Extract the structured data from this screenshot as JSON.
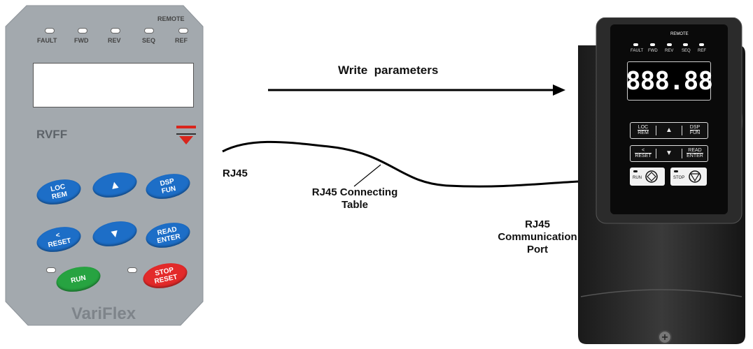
{
  "keypad": {
    "remote_label": "REMOTE",
    "leds": [
      "FAULT",
      "FWD",
      "REV",
      "SEQ",
      "REF"
    ],
    "model": "RVFF",
    "brand": "VariFlex",
    "buttons": {
      "loc_rem": [
        "LOC",
        "REM"
      ],
      "up": "▲",
      "dsp_fun": [
        "DSP",
        "FUN"
      ],
      "reset": [
        "<",
        "RESET"
      ],
      "down": "▼",
      "read_enter": [
        "READ",
        "ENTER"
      ],
      "run": "RUN",
      "stop_reset": [
        "STOP",
        "RESET"
      ]
    },
    "colors": {
      "panel": "#a3a9ae",
      "button_blue": "#1d6ec7",
      "run_green": "#27a341",
      "stop_red": "#e32a2a",
      "logo_red": "#d9251c"
    }
  },
  "labels": {
    "write_parameters": "Write  parameters",
    "rj45": "RJ45",
    "rj45_table": [
      "RJ45 Connecting",
      "Table"
    ],
    "rj45_port": [
      "RJ45",
      "Communication",
      "Port"
    ]
  },
  "drive": {
    "remote_label": "REMOTE",
    "leds": [
      "FAULT",
      "FWD",
      "REV",
      "SEQ",
      "REF"
    ],
    "display": "888.88",
    "keys": {
      "loc_rem": [
        "LOC",
        "REM"
      ],
      "up": "▲",
      "dsp_fun": [
        "DSP",
        "FUN"
      ],
      "reset": [
        "<",
        "RESET"
      ],
      "down": "▼",
      "read_enter": [
        "READ",
        "ENTER"
      ],
      "run": "RUN",
      "stop": "STOP"
    }
  }
}
